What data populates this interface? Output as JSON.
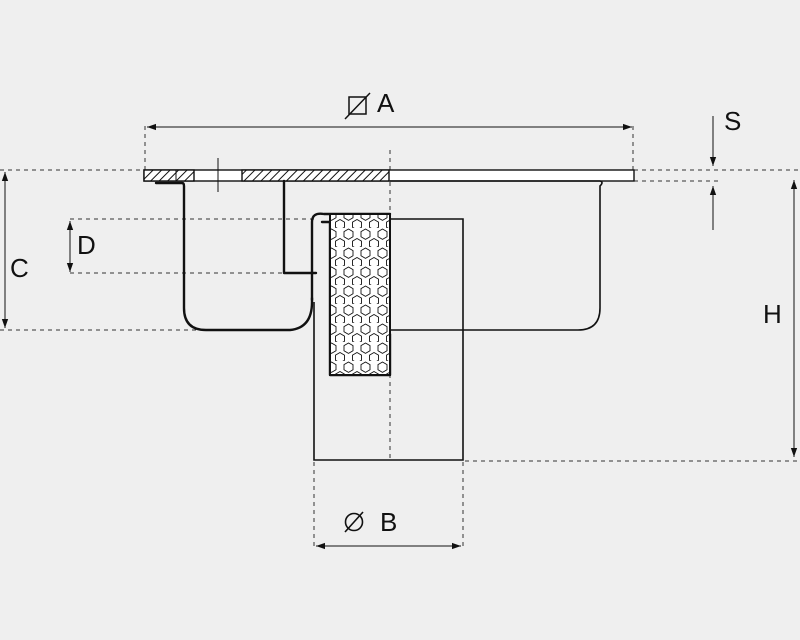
{
  "diagram": {
    "labels": {
      "a": "A",
      "b": "B",
      "c": "C",
      "d": "D",
      "h": "H",
      "s": "S"
    },
    "symbols": {
      "square_diameter": "square-diameter-symbol",
      "diameter": "diameter-symbol"
    },
    "colors": {
      "background": "#efefef",
      "line": "#111111"
    }
  }
}
